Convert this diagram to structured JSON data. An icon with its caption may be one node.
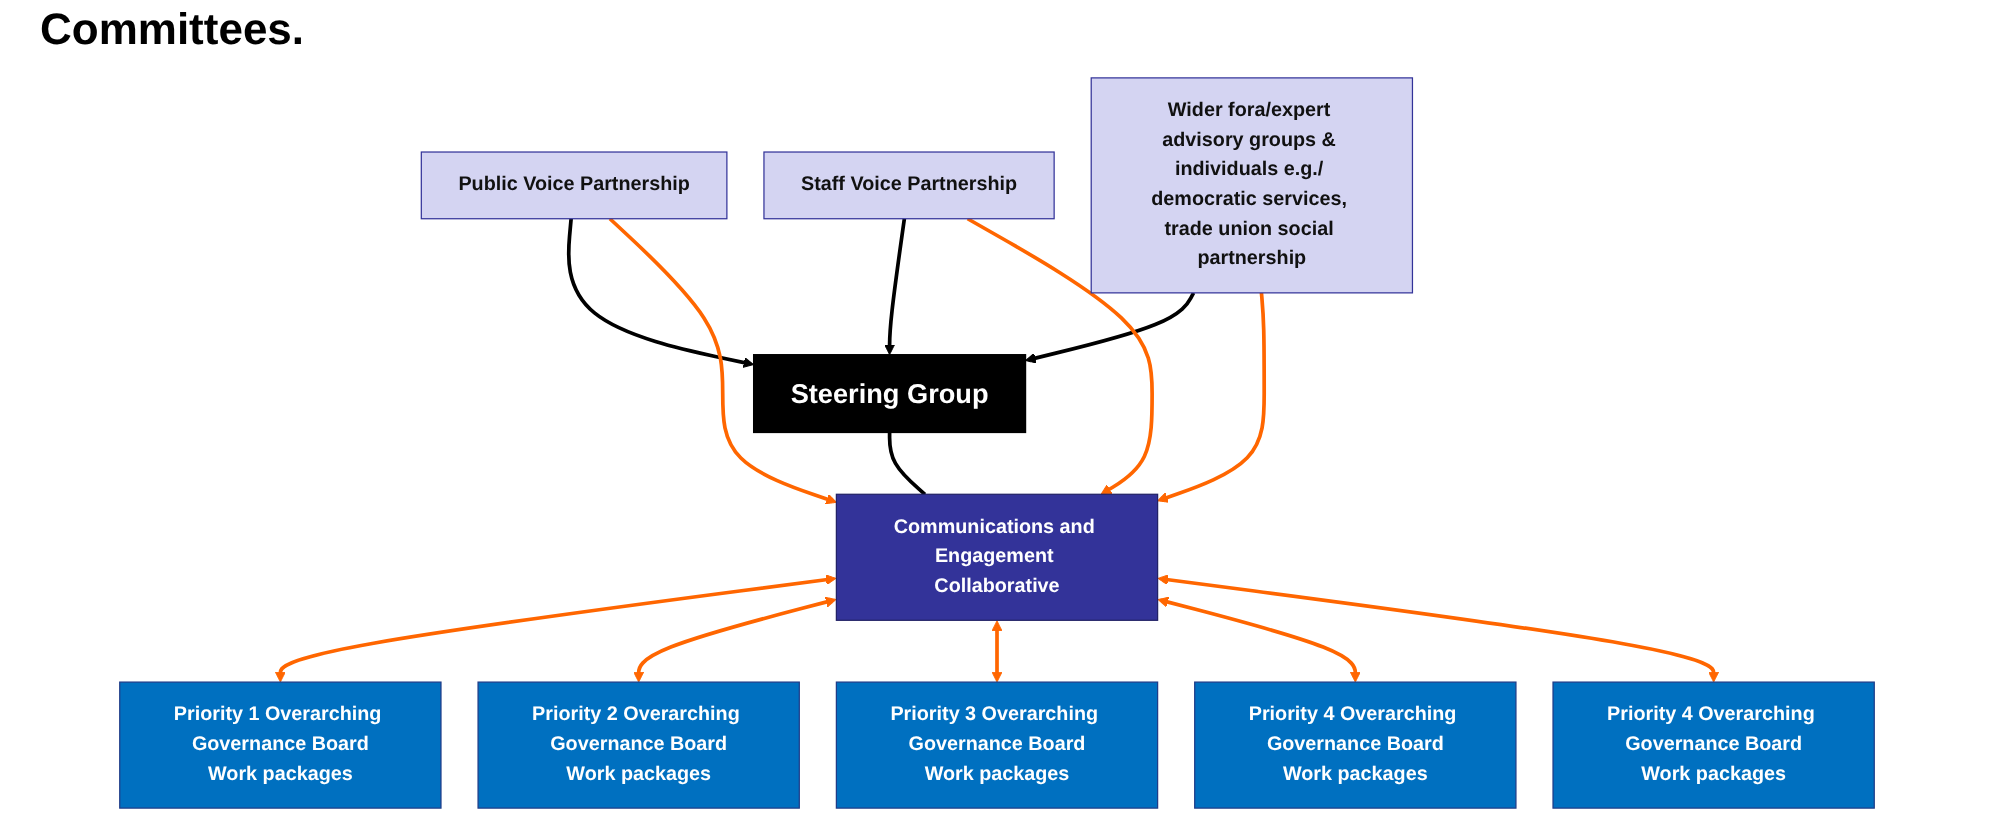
{
  "diagram": {
    "nodes": [
      {
        "text": [
          "Steering Group"
        ]
      },
      {
        "text": [
          "Public Voice Partnership"
        ]
      },
      {
        "text": [
          "Communications and Engagement Collaborative"
        ]
      },
      {
        "text": [
          "Wider fora/expert advisory groups & individuals e.g./ democratic services, trade union social partnership"
        ]
      },
      {
        "text": [
          "Staff Voice Partnership"
        ]
      },
      {
        "text": [
          "Priority 1 Overarching Governance Board",
          "Work packages"
        ]
      },
      {
        "text": [
          "Priority 2 Overarching Governance Board",
          "Work packages"
        ]
      },
      {
        "text": [
          "Priority 3 Overarching Governance Board",
          "Work packages"
        ]
      },
      {
        "text": [
          "Priority 4 Overarching Governance Board",
          "Work packages"
        ]
      },
      {
        "text": [
          "Priority 4 Overarching Governance Board",
          "Work packages"
        ]
      }
    ],
    "edges": [
      {
        "from": 1,
        "to": 0,
        "arrow": "to",
        "color": "#000000"
      },
      {
        "from": 4,
        "to": 0,
        "arrow": "to",
        "color": "#000000"
      },
      {
        "from": 3,
        "to": 0,
        "arrow": "to",
        "color": "#000000"
      },
      {
        "from": 0,
        "to": 2,
        "arrow": "none",
        "color": "#000000"
      },
      {
        "from": 1,
        "to": 2,
        "arrow": "to"
      },
      {
        "from": 4,
        "to": 2,
        "arrow": "to"
      },
      {
        "from": 3,
        "to": 2,
        "arrow": "to"
      },
      {
        "from": 2,
        "to": 5,
        "arrow": "both"
      },
      {
        "from": 2,
        "to": 6,
        "arrow": "both"
      },
      {
        "from": 2,
        "to": 7,
        "arrow": "both"
      },
      {
        "from": 2,
        "to": 8,
        "arrow": "both"
      },
      {
        "from": 2,
        "to": 9,
        "arrow": "both"
      }
    ],
    "labels": [
      "Committees."
    ]
  }
}
